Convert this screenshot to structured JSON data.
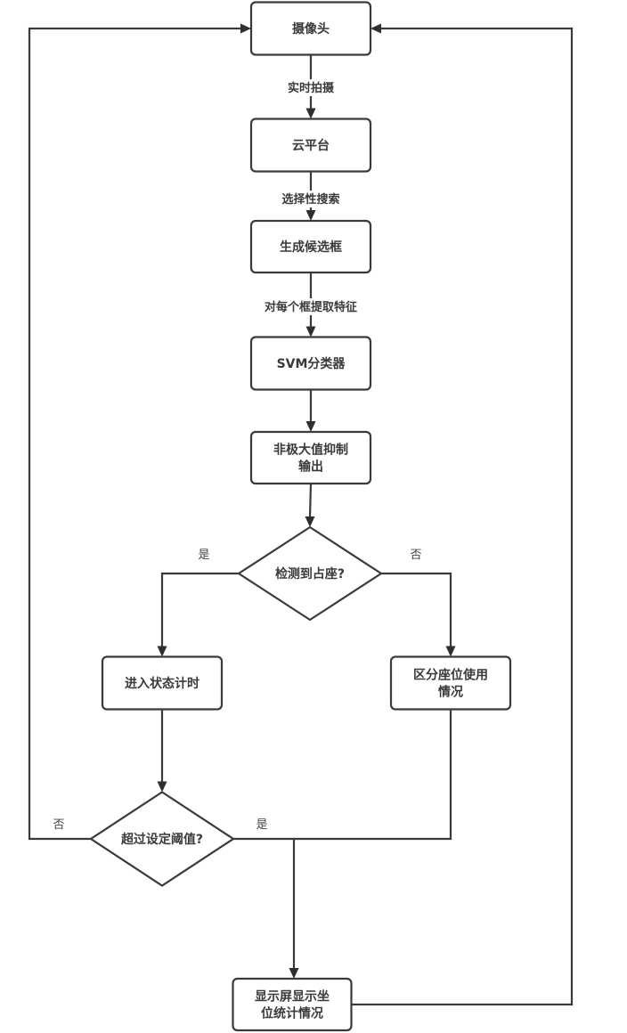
{
  "diagram": {
    "type": "flowchart",
    "colors": {
      "stroke": "#3a3a3a",
      "text": "#3a3a3a",
      "background": "#ffffff"
    },
    "nodes": [
      {
        "id": "camera",
        "shape": "rect",
        "lines": [
          "摄像头"
        ]
      },
      {
        "id": "cloud",
        "shape": "rect",
        "lines": [
          "云平台"
        ]
      },
      {
        "id": "candidates",
        "shape": "rect",
        "lines": [
          "生成候选框"
        ]
      },
      {
        "id": "svm",
        "shape": "rect",
        "lines": [
          "SVM分类器"
        ]
      },
      {
        "id": "nms",
        "shape": "rect",
        "lines": [
          "非极大值抑制",
          "输出"
        ]
      },
      {
        "id": "detect",
        "shape": "diamond",
        "lines": [
          "检测到占座?"
        ]
      },
      {
        "id": "timer",
        "shape": "rect",
        "lines": [
          "进入状态计时"
        ]
      },
      {
        "id": "distinguish",
        "shape": "rect",
        "lines": [
          "区分座位使用",
          "情况"
        ]
      },
      {
        "id": "threshold",
        "shape": "diamond",
        "lines": [
          "超过设定阈值?"
        ]
      },
      {
        "id": "display",
        "shape": "rect",
        "lines": [
          "显示屏显示坐",
          "位统计情况"
        ]
      }
    ],
    "edges": [
      {
        "from": "camera",
        "to": "cloud",
        "label": "实时拍摄"
      },
      {
        "from": "cloud",
        "to": "candidates",
        "label": "选择性搜索"
      },
      {
        "from": "candidates",
        "to": "svm",
        "label": "对每个框提取特征"
      },
      {
        "from": "svm",
        "to": "nms",
        "label": ""
      },
      {
        "from": "nms",
        "to": "detect",
        "label": ""
      },
      {
        "from": "detect",
        "to": "timer",
        "label": "是"
      },
      {
        "from": "detect",
        "to": "distinguish",
        "label": "否"
      },
      {
        "from": "timer",
        "to": "threshold",
        "label": ""
      },
      {
        "from": "threshold",
        "to": "camera",
        "label": "否"
      },
      {
        "from": "threshold",
        "to": "display",
        "label": "是"
      },
      {
        "from": "distinguish",
        "to": "display",
        "label": ""
      },
      {
        "from": "display",
        "to": "camera",
        "label": ""
      }
    ]
  }
}
